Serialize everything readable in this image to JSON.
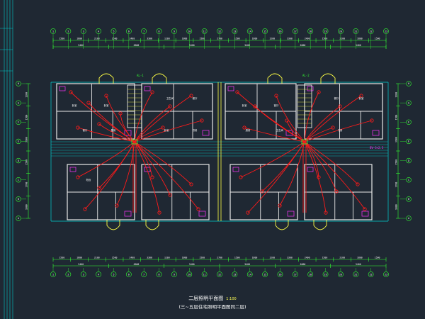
{
  "drawing": {
    "title": "二层照明平面图",
    "scale": "1:100",
    "subtitle": "(三~五层住宅照明平面图同二层)"
  },
  "colors": {
    "background": "#1f2833",
    "wall": "#e8e8e8",
    "wiring": "#ff1a1a",
    "dimension": "#33ff33",
    "axis_bubble": "#33ff33",
    "grid": "#00d0d0",
    "fixture": "#ff33ff",
    "balcony": "#ffff44",
    "frame": "#00c8c8"
  },
  "axes": {
    "top": [
      "1",
      "2",
      "3",
      "4",
      "5",
      "6",
      "7",
      "8",
      "9",
      "10",
      "11",
      "12",
      "13",
      "14",
      "15",
      "16",
      "17",
      "18",
      "19",
      "20",
      "21",
      "22",
      "23"
    ],
    "bottom": [
      "1",
      "2",
      "3",
      "4",
      "5",
      "6",
      "7",
      "8",
      "9",
      "10",
      "11",
      "12",
      "13",
      "14",
      "15",
      "16",
      "17",
      "18",
      "19",
      "20",
      "21",
      "22",
      "23"
    ],
    "left": [
      "H",
      "G",
      "F",
      "E",
      "D",
      "C",
      "B",
      "A"
    ],
    "right": [
      "H",
      "G",
      "F",
      "E",
      "D",
      "C",
      "B",
      "A"
    ]
  },
  "dimensions": {
    "top_row": [
      "1500",
      "1800",
      "2100",
      "1500",
      "2400",
      "3300",
      "1200",
      "1800",
      "1500",
      "2700",
      "1500",
      "1800",
      "1200",
      "3300",
      "2400",
      "1500",
      "2100",
      "1800",
      "1500"
    ],
    "top_overall": [
      "5400",
      "6600",
      "5400",
      "5400",
      "6600",
      "5400"
    ],
    "bottom_row": [
      "1500",
      "1800",
      "2100",
      "1500",
      "2400",
      "3300",
      "1200",
      "1800",
      "1500",
      "2700",
      "1500",
      "1800",
      "1200",
      "3300",
      "2400",
      "1500",
      "2100",
      "1800",
      "1500"
    ],
    "bottom_overall": [
      "5400",
      "6600",
      "5400",
      "5400",
      "6600",
      "5400"
    ],
    "left_col": [
      "1200",
      "1500",
      "3900",
      "1500",
      "2700",
      "1800"
    ],
    "right_col": [
      "1200",
      "1500",
      "3900",
      "1500",
      "2700",
      "1800"
    ]
  },
  "rooms": [
    "卧室",
    "卧室",
    "客厅",
    "厨房",
    "卫生间",
    "餐厅",
    "卧室",
    "书房",
    "阳台",
    "卧室",
    "客厅",
    "厨房",
    "卫生间",
    "餐厅",
    "卧室",
    "书房"
  ],
  "labels": {
    "entry_left": "AL-1",
    "entry_right": "AL-2",
    "corridor_note": "BV-3×2.5"
  }
}
